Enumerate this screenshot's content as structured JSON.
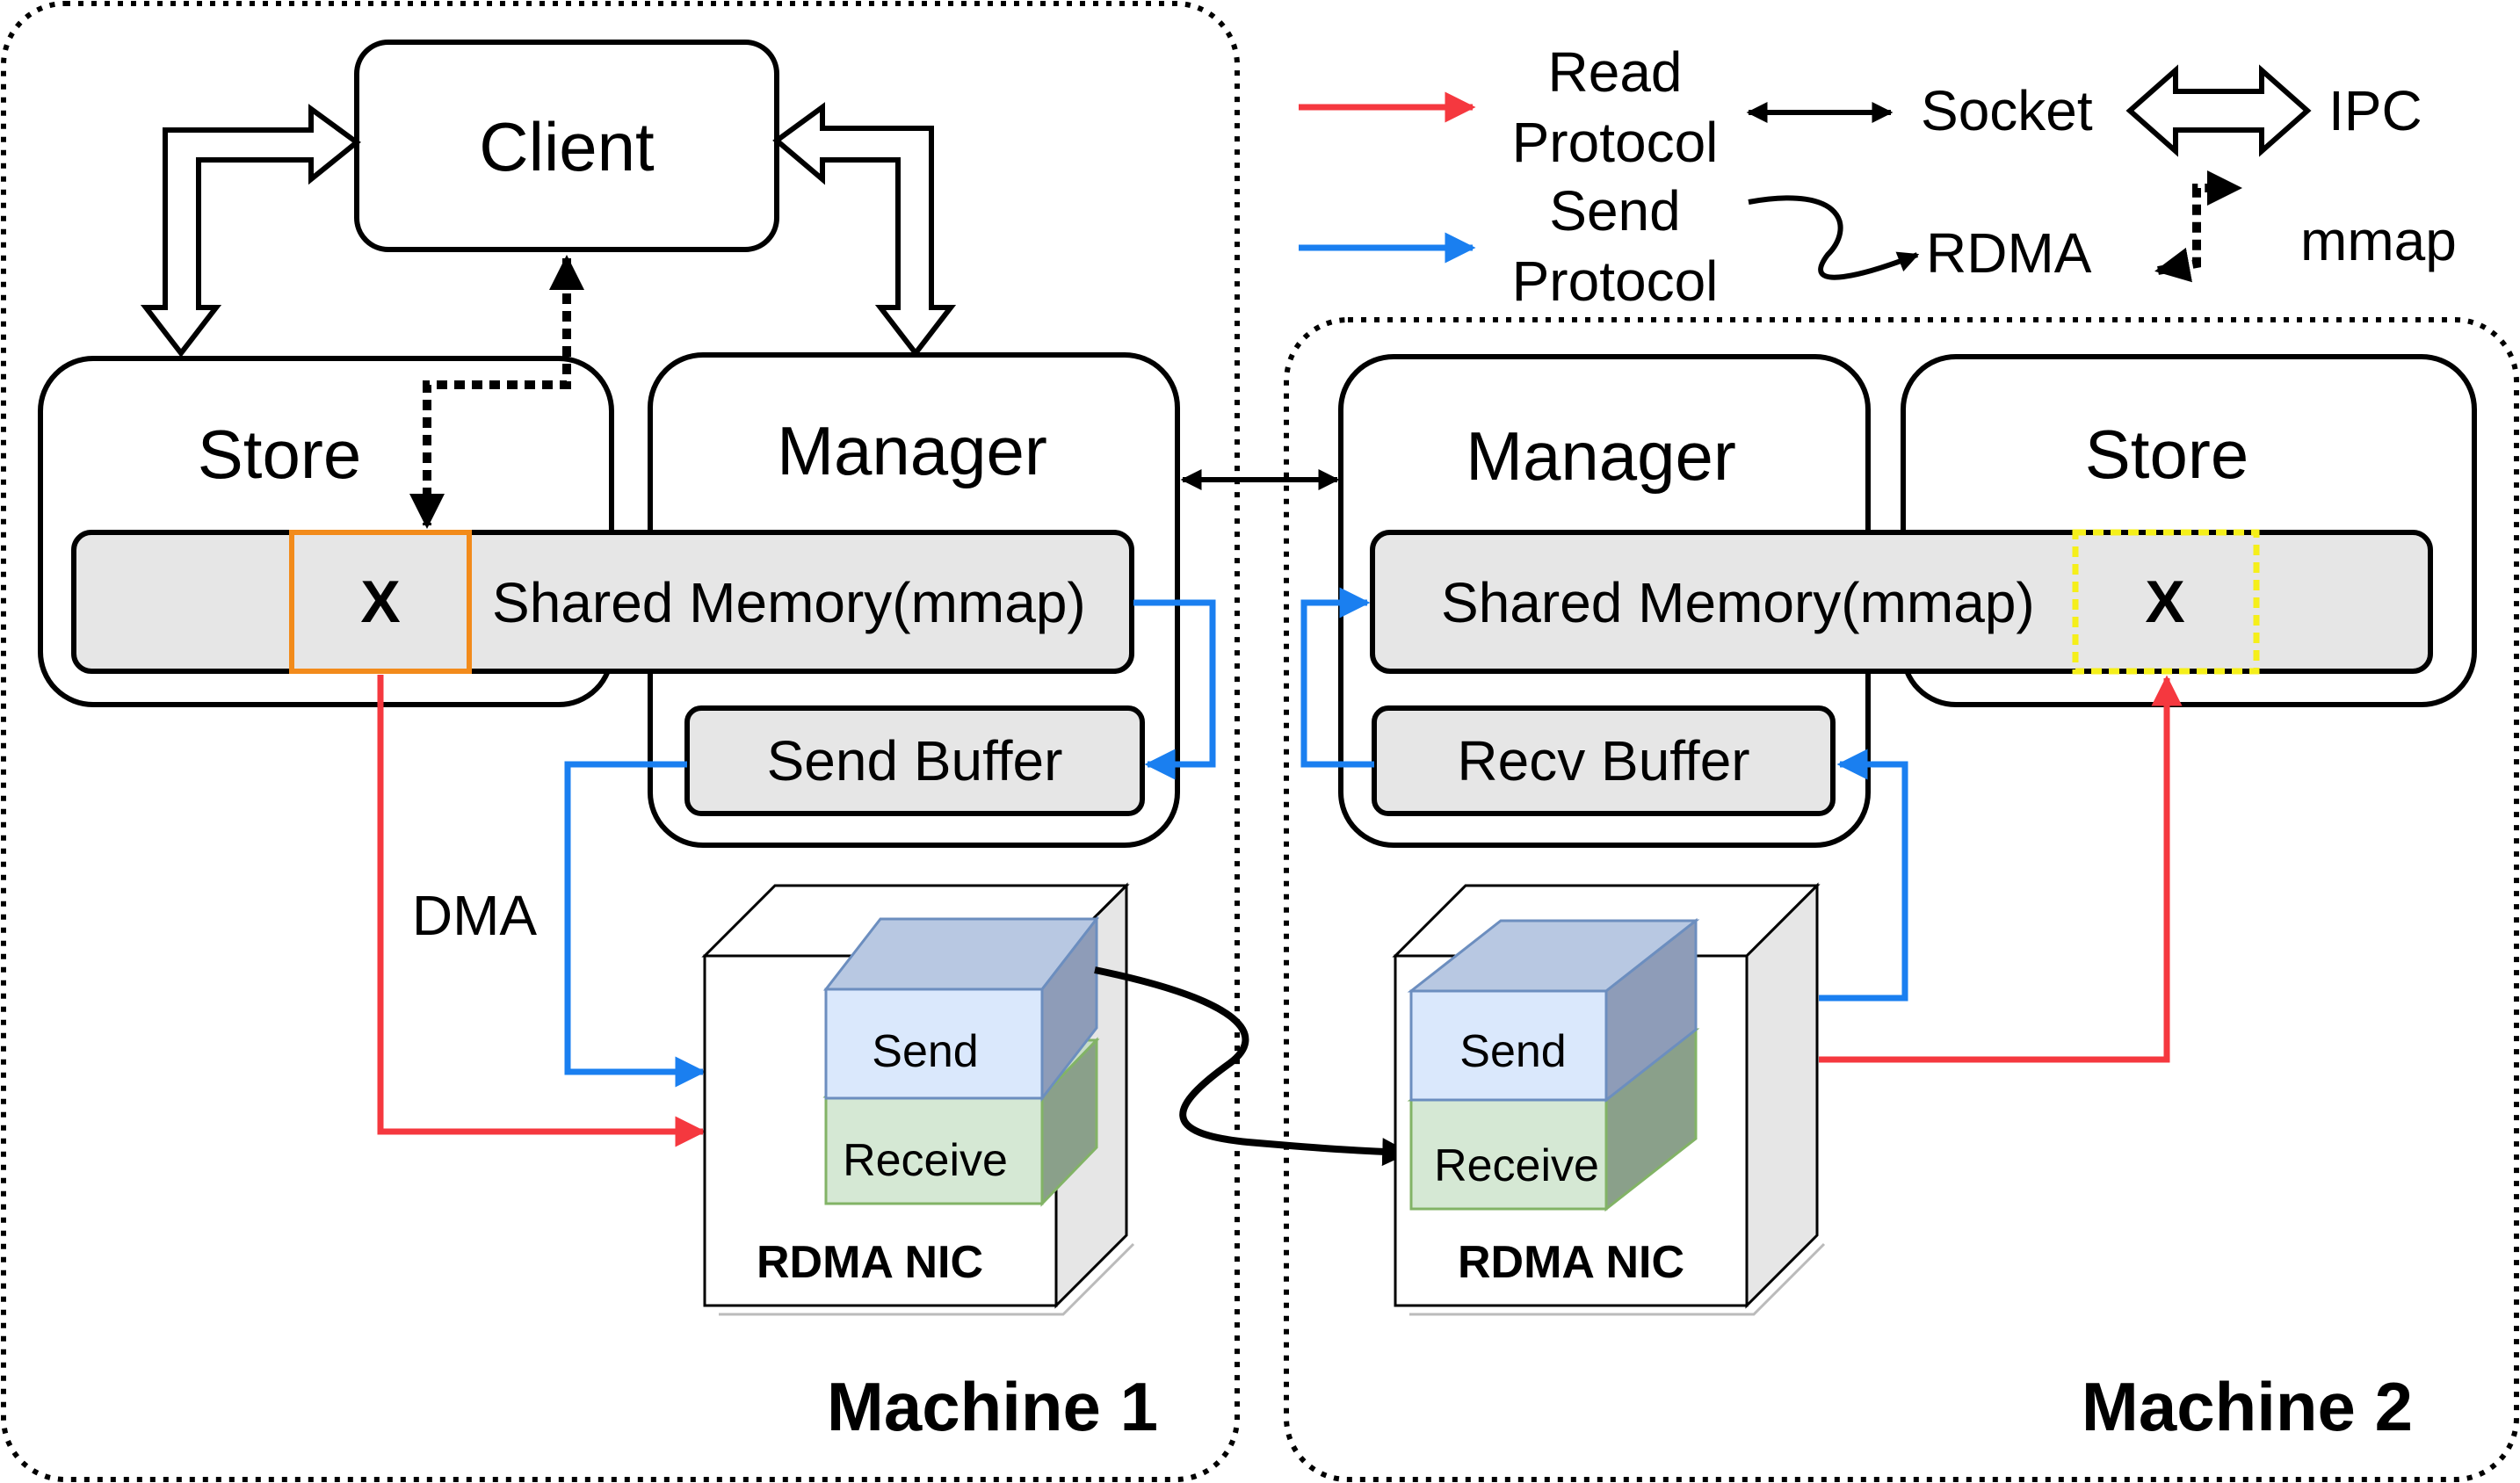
{
  "colors": {
    "read": "#f5383f",
    "send": "#1a7ff0",
    "shared_fill": "#e6e6e6",
    "nic_send_fill": "#dae8fc",
    "nic_send_stroke": "#6c8ebf",
    "nic_recv_fill": "#d5e8d4",
    "nic_recv_stroke": "#82b366",
    "orange": "#f28b1b",
    "yellow": "#f5ef1a"
  },
  "legend": {
    "read_protocol": [
      "Read",
      "Protocol"
    ],
    "send_protocol": [
      "Send",
      "Protocol"
    ],
    "socket": "Socket",
    "ipc": "IPC",
    "rdma": "RDMA",
    "mmap": "mmap"
  },
  "machine1": {
    "label": "Machine 1",
    "client": "Client",
    "store": "Store",
    "manager": "Manager",
    "shared_memory": "Shared Memory(mmap)",
    "object": "X",
    "send_buffer": "Send Buffer",
    "dma": "DMA",
    "nic": {
      "send": "Send",
      "receive": "Receive",
      "label": "RDMA NIC"
    }
  },
  "machine2": {
    "label": "Machine 2",
    "manager": "Manager",
    "store": "Store",
    "shared_memory": "Shared Memory(mmap)",
    "object": "X",
    "recv_buffer": "Recv Buffer",
    "nic": {
      "send": "Send",
      "receive": "Receive",
      "label": "RDMA NIC"
    }
  }
}
